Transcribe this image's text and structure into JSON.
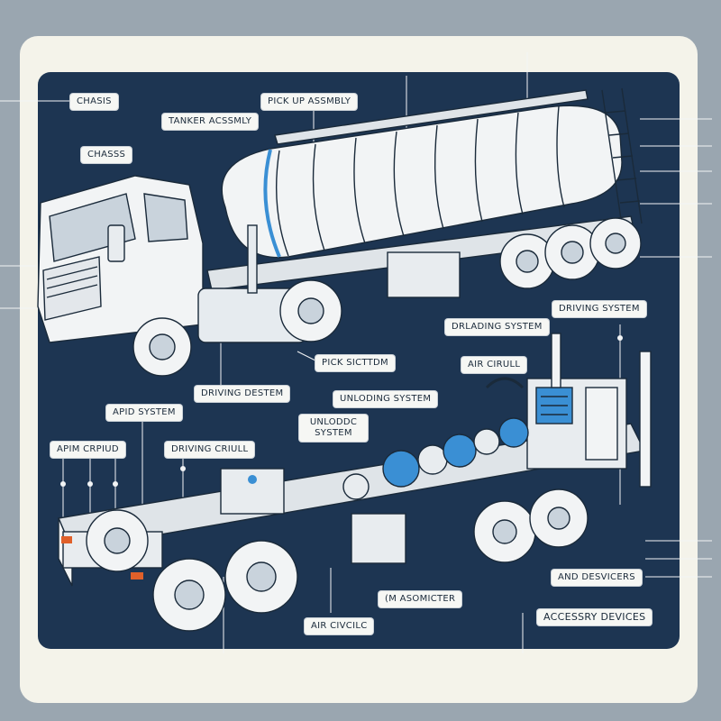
{
  "labels": {
    "chasis": "CHASIS",
    "pick_up_assembly": "PICK UP ASSMBLY",
    "tanker_assembly": "TANKER ACSSMLY",
    "chasss": "CHASSS",
    "driving_system": "DRIVING SYSTEM",
    "dradling_system": "DRLADING SYSTEM",
    "pick_sictdm": "PICK SICTTDM",
    "air_cirull": "AIR CIRULL",
    "driving_destem": "DRIVING DESTEM",
    "unloding_system": "UNLODING SYSTEM",
    "apid_system": "APID SYSTEM",
    "unloddc_system": "UNLODDC SYSTEM",
    "apim_crpiud": "APIM CRPIUD",
    "driving_crulll": "DRIVING CRIULL",
    "and_desvicers": "AND DESVICERS",
    "m_asomicter": "(M ASOMICTER",
    "accessry_devices": "ACCESSRY DEVICES",
    "air_civcilc": "AIR CIVCILC"
  },
  "colors": {
    "background": "#9aa6b0",
    "frame": "#f4f3ea",
    "panel": "#1d3552",
    "line_art": "#f2f4f5",
    "accent_blue": "#3a8fd4",
    "accent_orange": "#e0602a"
  }
}
